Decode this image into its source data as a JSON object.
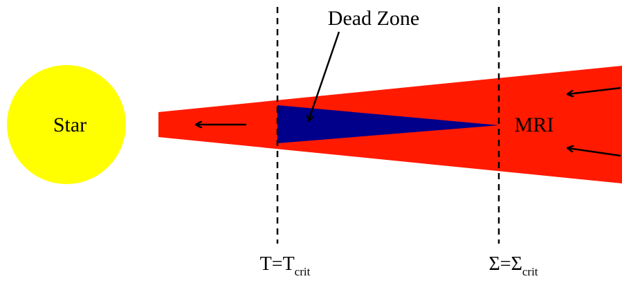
{
  "labels": {
    "star": "Star",
    "dead_zone": "Dead Zone",
    "mri": "MRI",
    "t_boundary": {
      "lhs": "T",
      "eq": "=",
      "rhs": "T",
      "sub": "crit"
    },
    "sigma_boundary": {
      "lhs": "Σ",
      "eq": "=",
      "rhs": "Σ",
      "sub": "crit"
    }
  },
  "colors": {
    "star": "#ffff00",
    "disk": "#ff1a00",
    "dead_zone": "#00008b",
    "lines": "#000000"
  }
}
